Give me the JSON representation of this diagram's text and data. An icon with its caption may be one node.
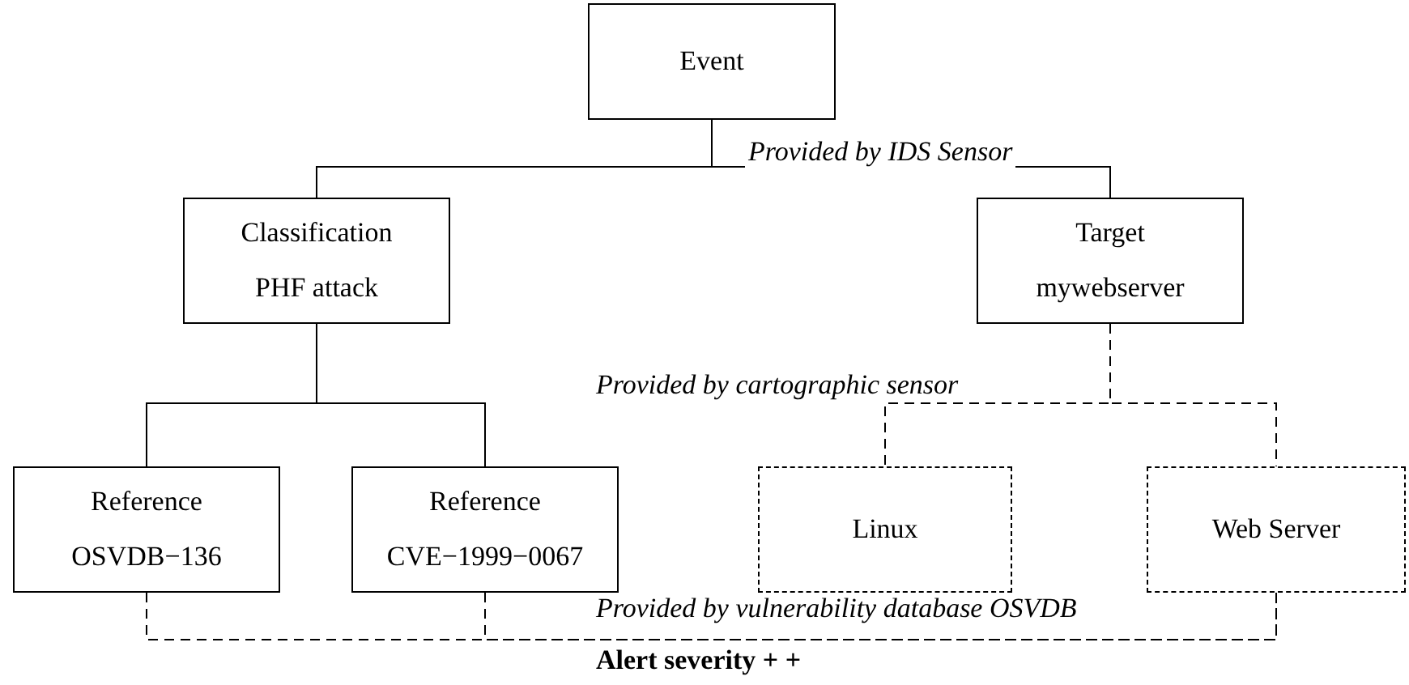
{
  "diagram": {
    "nodes": [
      {
        "text": [
          "Event"
        ]
      },
      {
        "text": [
          "Classification",
          "PHF attack"
        ]
      },
      {
        "text": [
          "Target",
          "mywebserver"
        ]
      },
      {
        "text": [
          "Reference",
          "OSVDB−136"
        ]
      },
      {
        "text": [
          "Reference",
          "CVE−1999−0067"
        ]
      },
      {
        "text": [
          "Linux"
        ]
      },
      {
        "text": [
          "Web Server"
        ]
      }
    ],
    "edges": [
      {
        "from": 0,
        "to": 1,
        "arrow": "none"
      },
      {
        "from": 0,
        "to": 2,
        "arrow": "none"
      },
      {
        "from": 1,
        "to": 3,
        "arrow": "none"
      },
      {
        "from": 1,
        "to": 4,
        "arrow": "none"
      },
      {
        "from": 2,
        "to": 5,
        "arrow": "none",
        "style": "dashed"
      },
      {
        "from": 2,
        "to": 6,
        "arrow": "none",
        "style": "dashed"
      },
      {
        "from": 3,
        "to": 6,
        "arrow": "none",
        "style": "dashed"
      },
      {
        "from": 4,
        "to": 6,
        "arrow": "none",
        "style": "dashed"
      }
    ],
    "labels": [
      "Provided by IDS Sensor",
      "Provided by cartographic sensor",
      "Provided by vulnerability database OSVDB",
      "Alert severity + +"
    ]
  }
}
